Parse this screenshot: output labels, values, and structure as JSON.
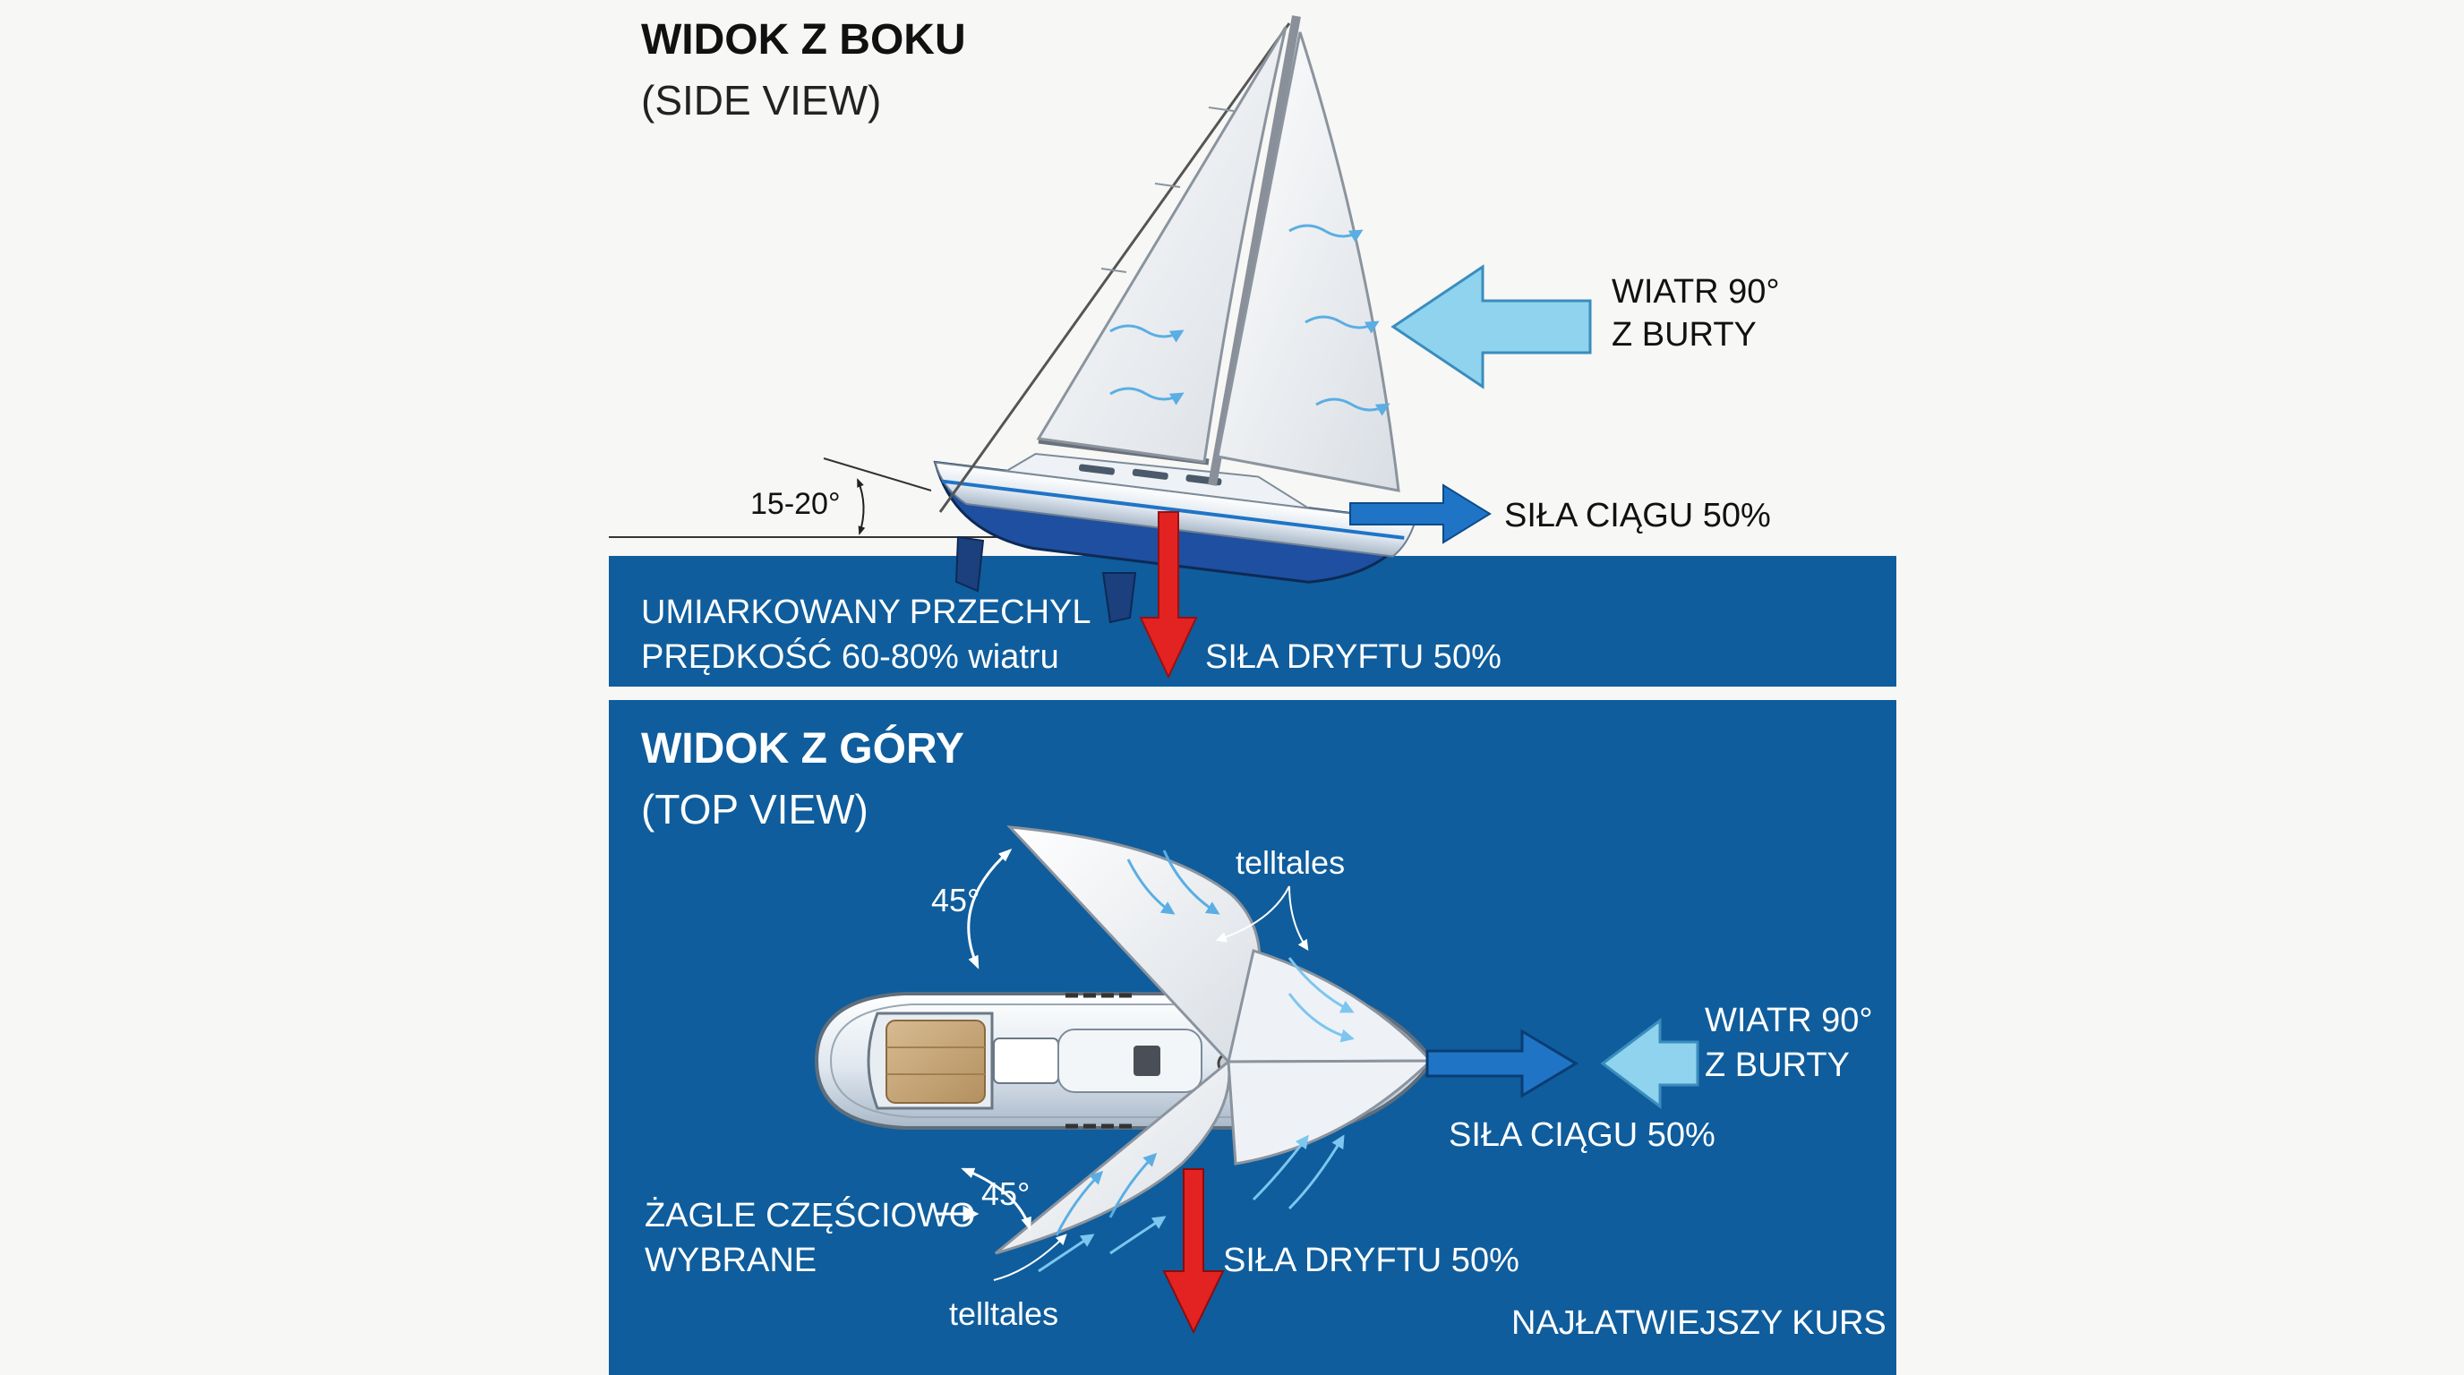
{
  "side_view": {
    "title": "WIDOK Z BOKU",
    "subtitle": "(SIDE VIEW)",
    "wind_line1": "WIATR 90°",
    "wind_line2": "Z BURTY",
    "heel_angle": "15-20°",
    "thrust_label": "SIŁA CIĄGU 50%",
    "drift_label": "SIŁA DRYFTU 50%",
    "note_line1": "UMIARKOWANY PRZECHYL",
    "note_line2": "PRĘDKOŚĆ 60-80% wiatru"
  },
  "top_view": {
    "title": "WIDOK Z GÓRY",
    "subtitle": "(TOP VIEW)",
    "angle_main": "45°",
    "angle_jib": "45°",
    "telltales_top": "telltales",
    "telltales_bottom": "telltales",
    "wind_line1": "WIATR 90°",
    "wind_line2": "Z BURTY",
    "thrust_label": "SIŁA CIĄGU 50%",
    "drift_label": "SIŁA DRYFTU 50%",
    "sails_line1": "ŻAGLE CZĘŚCIOWO",
    "sails_line2": "WYBRANE",
    "course_label": "NAJŁATWIEJSZY KURS"
  },
  "colors": {
    "water": "#0f5d9c",
    "wind_arrow": "#8fd3ee",
    "thrust_arrow": "#1f74c6",
    "drift_arrow": "#e32222",
    "deck": "#c8a77c",
    "hull_bottom": "#1f4fa0"
  }
}
